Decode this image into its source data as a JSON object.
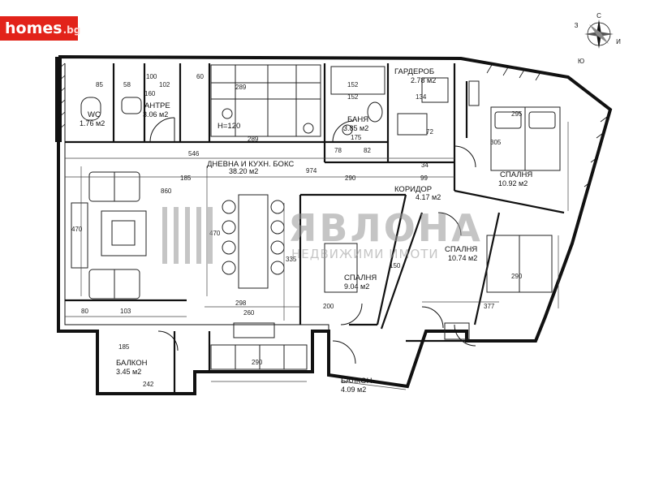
{
  "site": {
    "logo_text": "homes",
    "logo_tld": ".bg"
  },
  "watermark": {
    "line1": "ЯВЛОНА",
    "line2": "НЕДВИЖИМИ ИМОТИ"
  },
  "compass": {
    "north": "С",
    "south": "Ю",
    "east": "И",
    "west": "З"
  },
  "rooms": {
    "antre": {
      "label": "АНТРЕ",
      "area": "3.06 м2"
    },
    "wc": {
      "label": "WC",
      "area": "1.76 м2"
    },
    "living": {
      "label": "ДНЕВНА И КУХН. БОКС",
      "area": "38.20 м2"
    },
    "bath": {
      "label": "БАНЯ",
      "area": "3.85 м2"
    },
    "closet": {
      "label": "ГАРДЕРОБ",
      "area": "2.78 м2"
    },
    "corridor": {
      "label": "КОРИДОР",
      "area": "4.17 м2"
    },
    "bed1": {
      "label": "СПАЛНЯ",
      "area": "10.92 м2"
    },
    "bed2": {
      "label": "СПАЛНЯ",
      "area": "10.74 м2"
    },
    "bed3": {
      "label": "СПАЛНЯ",
      "area": "9.04 м2"
    },
    "balcony1": {
      "label": "БАЛКОН",
      "area": "3.45 м2"
    },
    "balcony2": {
      "label": "БАЛКОН",
      "area": "4.09 м2"
    }
  },
  "notes": {
    "height": "Н=120"
  },
  "dims": {
    "d85": "85",
    "d58": "58",
    "d100": "100",
    "d102": "102",
    "d60": "60",
    "d160": "160",
    "d289a": "289",
    "d289b": "289",
    "d152a": "152",
    "d152b": "152",
    "d134": "134",
    "d175": "175",
    "d78": "78",
    "d82": "82",
    "d72": "72",
    "d546": "546",
    "d974": "974",
    "d290a": "290",
    "d99": "99",
    "d34": "34",
    "d185a": "185",
    "d860": "860",
    "d470a": "470",
    "d470b": "470",
    "d335": "335",
    "d298": "298",
    "d260": "260",
    "d80": "80",
    "d103": "103",
    "d185b": "185",
    "d290b": "290",
    "d242": "242",
    "d295": "295",
    "d305": "305",
    "d377": "377",
    "d150": "150",
    "d290c": "290",
    "d200": "200"
  }
}
